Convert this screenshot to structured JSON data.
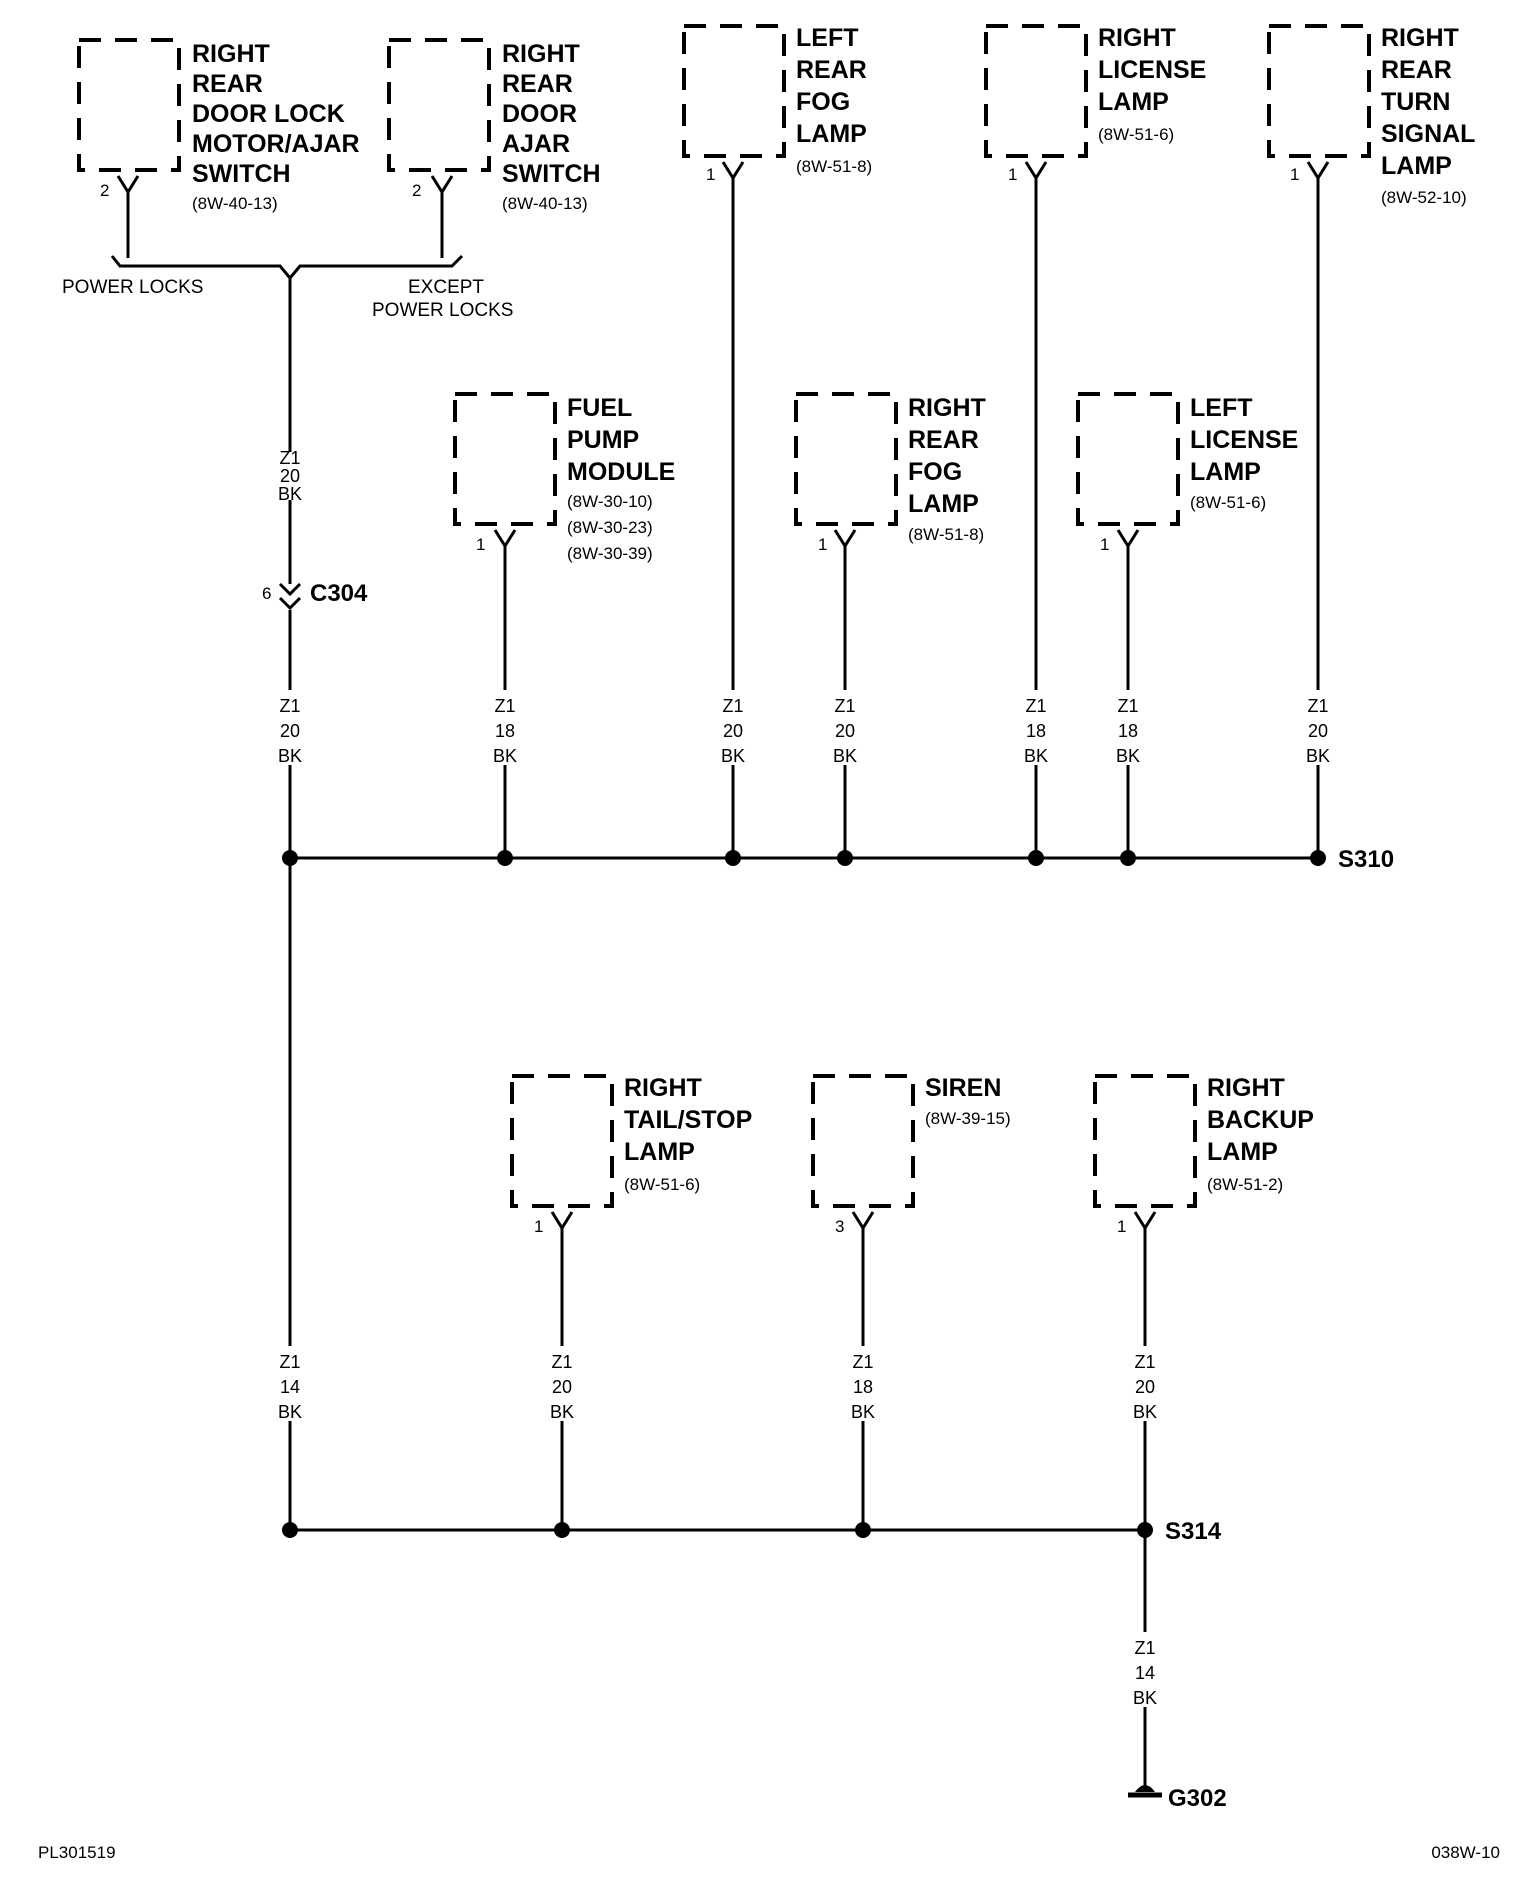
{
  "components": [
    {
      "id": "rr-door-lock",
      "name": [
        "RIGHT",
        "REAR",
        "DOOR LOCK",
        "MOTOR/AJAR",
        "SWITCH"
      ],
      "refs": [
        "(8W-40-13)"
      ],
      "pin": "2"
    },
    {
      "id": "rr-door-ajar",
      "name": [
        "RIGHT",
        "REAR",
        "DOOR",
        "AJAR",
        "SWITCH"
      ],
      "refs": [
        "(8W-40-13)"
      ],
      "pin": "2"
    },
    {
      "id": "left-rear-fog",
      "name": [
        "LEFT",
        "REAR",
        "FOG",
        "LAMP"
      ],
      "refs": [
        "(8W-51-8)"
      ],
      "pin": "1"
    },
    {
      "id": "right-license",
      "name": [
        "RIGHT",
        "LICENSE",
        "LAMP"
      ],
      "refs": [
        "(8W-51-6)"
      ],
      "pin": "1"
    },
    {
      "id": "right-rear-turn",
      "name": [
        "RIGHT",
        "REAR",
        "TURN",
        "SIGNAL",
        "LAMP"
      ],
      "refs": [
        "(8W-52-10)"
      ],
      "pin": "1"
    },
    {
      "id": "fuel-pump",
      "name": [
        "FUEL",
        "PUMP",
        "MODULE"
      ],
      "refs": [
        "(8W-30-10)",
        "(8W-30-23)",
        "(8W-30-39)"
      ],
      "pin": "1"
    },
    {
      "id": "right-rear-fog",
      "name": [
        "RIGHT",
        "REAR",
        "FOG",
        "LAMP"
      ],
      "refs": [
        "(8W-51-8)"
      ],
      "pin": "1"
    },
    {
      "id": "left-license",
      "name": [
        "LEFT",
        "LICENSE",
        "LAMP"
      ],
      "refs": [
        "(8W-51-6)"
      ],
      "pin": "1"
    },
    {
      "id": "right-tail-stop",
      "name": [
        "RIGHT",
        "TAIL/STOP",
        "LAMP"
      ],
      "refs": [
        "(8W-51-6)"
      ],
      "pin": "1"
    },
    {
      "id": "siren",
      "name": [
        "SIREN"
      ],
      "refs": [
        "(8W-39-15)"
      ],
      "pin": "3"
    },
    {
      "id": "right-backup",
      "name": [
        "RIGHT",
        "BACKUP",
        "LAMP"
      ],
      "refs": [
        "(8W-51-2)"
      ],
      "pin": "1"
    }
  ],
  "options": {
    "left": "POWER LOCKS",
    "right": [
      "EXCEPT",
      "POWER LOCKS"
    ]
  },
  "connector": {
    "name": "C304",
    "pin": "6"
  },
  "wires": [
    [
      "Z1",
      "20",
      "BK"
    ],
    [
      "Z1",
      "20",
      "BK"
    ],
    [
      "Z1",
      "18",
      "BK"
    ],
    [
      "Z1",
      "20",
      "BK"
    ],
    [
      "Z1",
      "20",
      "BK"
    ],
    [
      "Z1",
      "18",
      "BK"
    ],
    [
      "Z1",
      "18",
      "BK"
    ],
    [
      "Z1",
      "20",
      "BK"
    ],
    [
      "Z1",
      "14",
      "BK"
    ],
    [
      "Z1",
      "20",
      "BK"
    ],
    [
      "Z1",
      "18",
      "BK"
    ],
    [
      "Z1",
      "20",
      "BK"
    ],
    [
      "Z1",
      "14",
      "BK"
    ]
  ],
  "splices": {
    "top": "S310",
    "bottom": "S314"
  },
  "ground": "G302",
  "footer": {
    "left": "PL301519",
    "right": "038W-10"
  }
}
